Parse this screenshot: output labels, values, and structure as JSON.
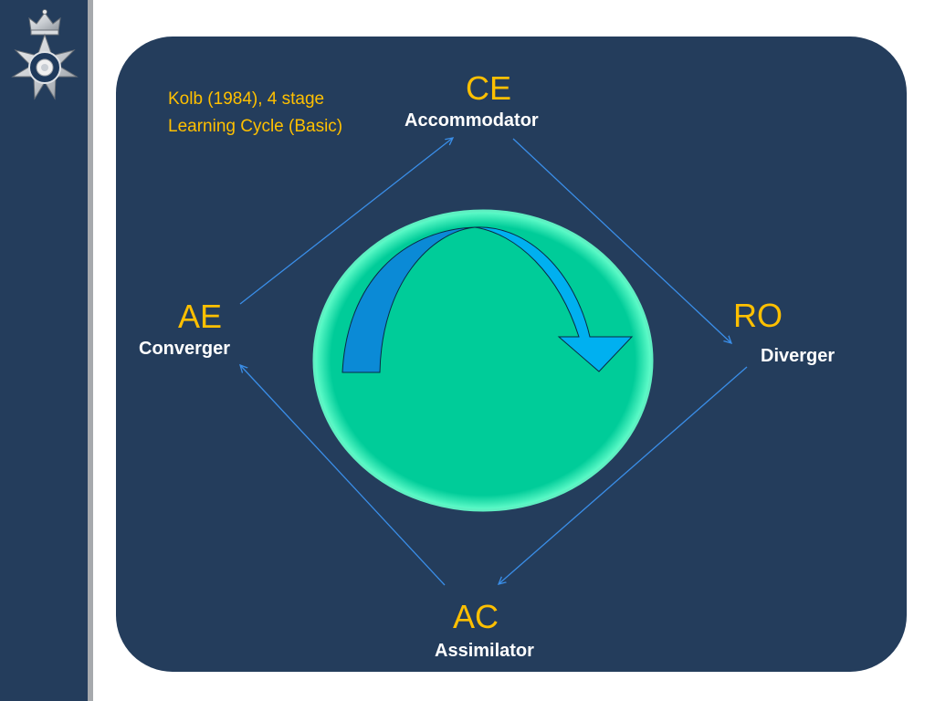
{
  "slide": {
    "caption": {
      "line1": "Kolb (1984), 4 stage",
      "line2": "Learning Cycle (Basic)"
    },
    "logo": {
      "icon": "police-star-badge-icon",
      "alt": "South Yorkshire Police"
    },
    "colors": {
      "background": "#ffffff",
      "panel": "#243d5c",
      "sidebar": "#243d5c",
      "accent_text": "#ffc000",
      "label_text": "#ffffff",
      "connector": "#3a8ee8",
      "circle_fill": "#00cc99",
      "circle_outline": "#55e8b8",
      "arrow_fill_dark": "#0b8ad6",
      "arrow_fill_light": "#00b0f0"
    }
  },
  "stages": {
    "ce": {
      "code": "CE",
      "style": "Accommodator"
    },
    "ro": {
      "code": "RO",
      "style": "Diverger"
    },
    "ac": {
      "code": "AC",
      "style": "Assimilator"
    },
    "ae": {
      "code": "AE",
      "style": "Converger"
    }
  }
}
